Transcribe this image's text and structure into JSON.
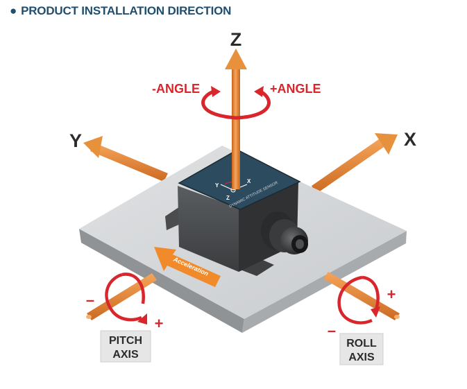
{
  "heading": {
    "bullet": "●",
    "title": "PRODUCT INSTALLATION DIRECTION"
  },
  "axes": {
    "z": "Z",
    "x": "X",
    "y": "Y"
  },
  "angle": {
    "negative": "-ANGLE",
    "positive": "+ANGLE"
  },
  "sensor": {
    "label": "DYNAMIC ATTITUDE SENSOR",
    "y": "Y",
    "x": "X",
    "z": "Z"
  },
  "acceleration": "Acceleration",
  "pitch": {
    "minus": "–",
    "plus": "+",
    "line1": "PITCH",
    "line2": "AXIS"
  },
  "roll": {
    "minus": "–",
    "plus": "+",
    "line1": "ROLL",
    "line2": "AXIS"
  },
  "colors": {
    "heading": "#1f4e6e",
    "axis": "#e8913c",
    "rotation": "#d9262c",
    "sensor_top": "#2d4b5e"
  }
}
